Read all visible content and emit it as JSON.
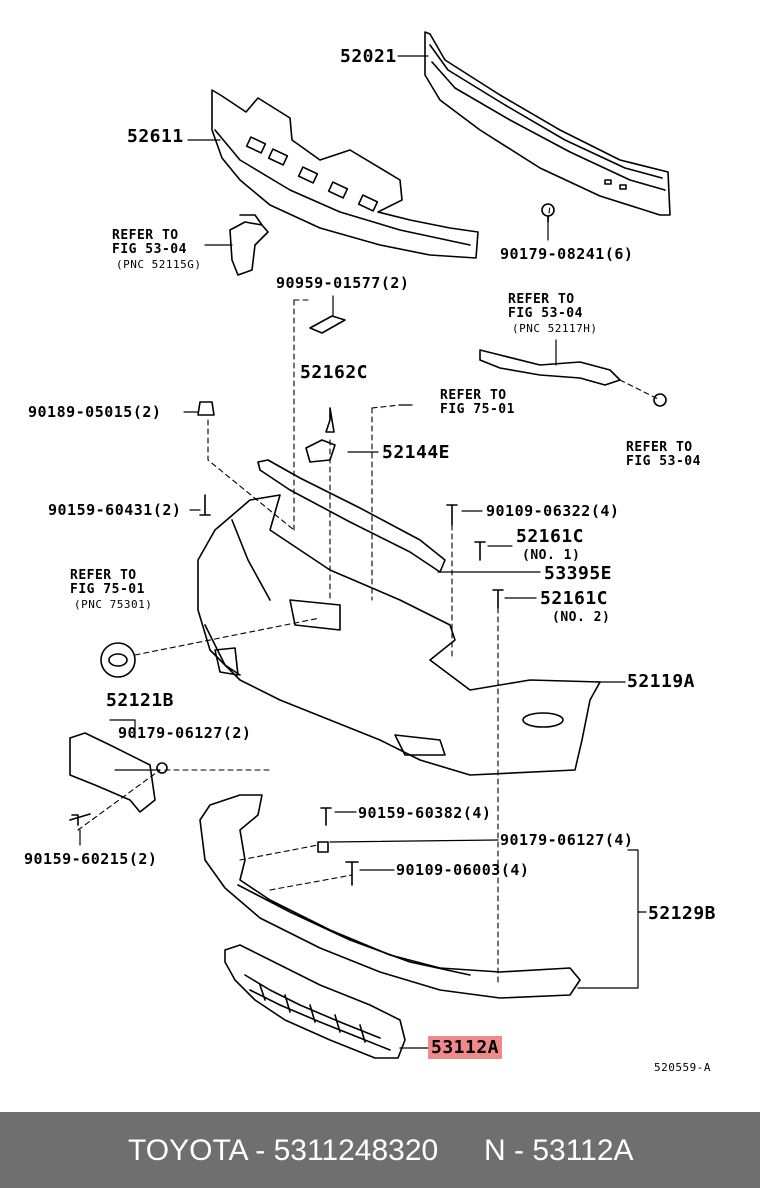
{
  "labels": {
    "p52021": "52021",
    "p52611": "52611",
    "refer1_a": "REFER TO",
    "refer1_b": "FIG 53-04",
    "refer1_c": "(PNC 52115G)",
    "p90179_08241": "90179-08241(6)",
    "p90959_01577": "90959-01577(2)",
    "refer2_a": "REFER TO",
    "refer2_b": "FIG 53-04",
    "refer2_c": "(PNC 52117H)",
    "p52162C": "52162C",
    "p90189_05015": "90189-05015(2)",
    "refer3_a": "REFER TO",
    "refer3_b": "FIG 75-01",
    "p52144E": "52144E",
    "refer4_a": "REFER TO",
    "refer4_b": "FIG 53-04",
    "p90159_60431": "90159-60431(2)",
    "p90109_06322": "90109-06322(4)",
    "p52161C_1": "52161C",
    "no1": "(NO. 1)",
    "refer5_a": "REFER TO",
    "refer5_b": "FIG 75-01",
    "refer5_c": "(PNC 75301)",
    "p53395E": "53395E",
    "p52161C_2": "52161C",
    "no2": "(NO. 2)",
    "p52119A": "52119A",
    "p52121B": "52121B",
    "p90179_06127a": "90179-06127(2)",
    "p90159_60382": "90159-60382(4)",
    "p90179_06127b": "90179-06127(4)",
    "p90159_60215": "90159-60215(2)",
    "p90109_06003": "90109-06003(4)",
    "p52129B": "52129B",
    "p53112A": "53112A",
    "code": "520559-A"
  },
  "footer": {
    "brand_part": "TOYOTA - 5311248320",
    "pnc": "N - 53112A"
  },
  "colors": {
    "highlight": "#f08a8a",
    "footer_bg": "#6f6f6f"
  }
}
